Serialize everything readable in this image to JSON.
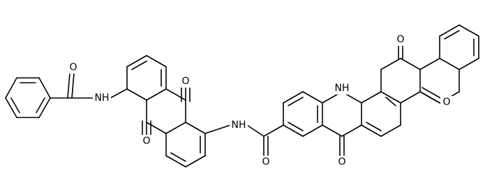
{
  "diagram": {
    "type": "chemical-structure",
    "line_color": "#000000",
    "background": "#ffffff",
    "atom_labels": {
      "o_benzamide": "O",
      "nh_benzamide": "NH",
      "o_anthraquinone_top": "O",
      "o_anthraquinone_bottom": "O",
      "nh_amide": "NH",
      "o_amide": "O",
      "nh_acridone": "NH",
      "o_acridone": "O",
      "o_quinone_top": "O",
      "o_quinone_right": "O"
    }
  }
}
